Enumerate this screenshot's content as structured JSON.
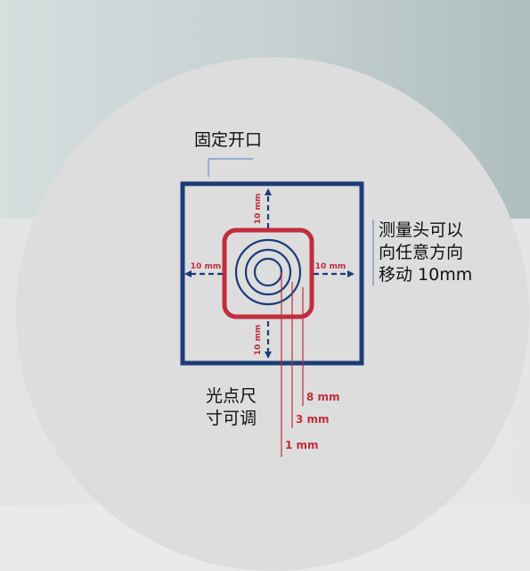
{
  "labels": {
    "fixed_opening": "固定开口",
    "head_movement": "测量头可以\n向任意方向\n移动 10mm",
    "spot_size": "光点尺\n寸可调",
    "arrow_top": "10 mm",
    "arrow_bottom": "10 mm",
    "arrow_left": "10 mm",
    "arrow_right": "10 mm",
    "spot_8": "8 mm",
    "spot_3": "3 mm",
    "spot_1": "1 mm"
  },
  "colors": {
    "navy": "#1c3d78",
    "red": "#c22d3d",
    "callout_line": "#6c8fc0"
  }
}
